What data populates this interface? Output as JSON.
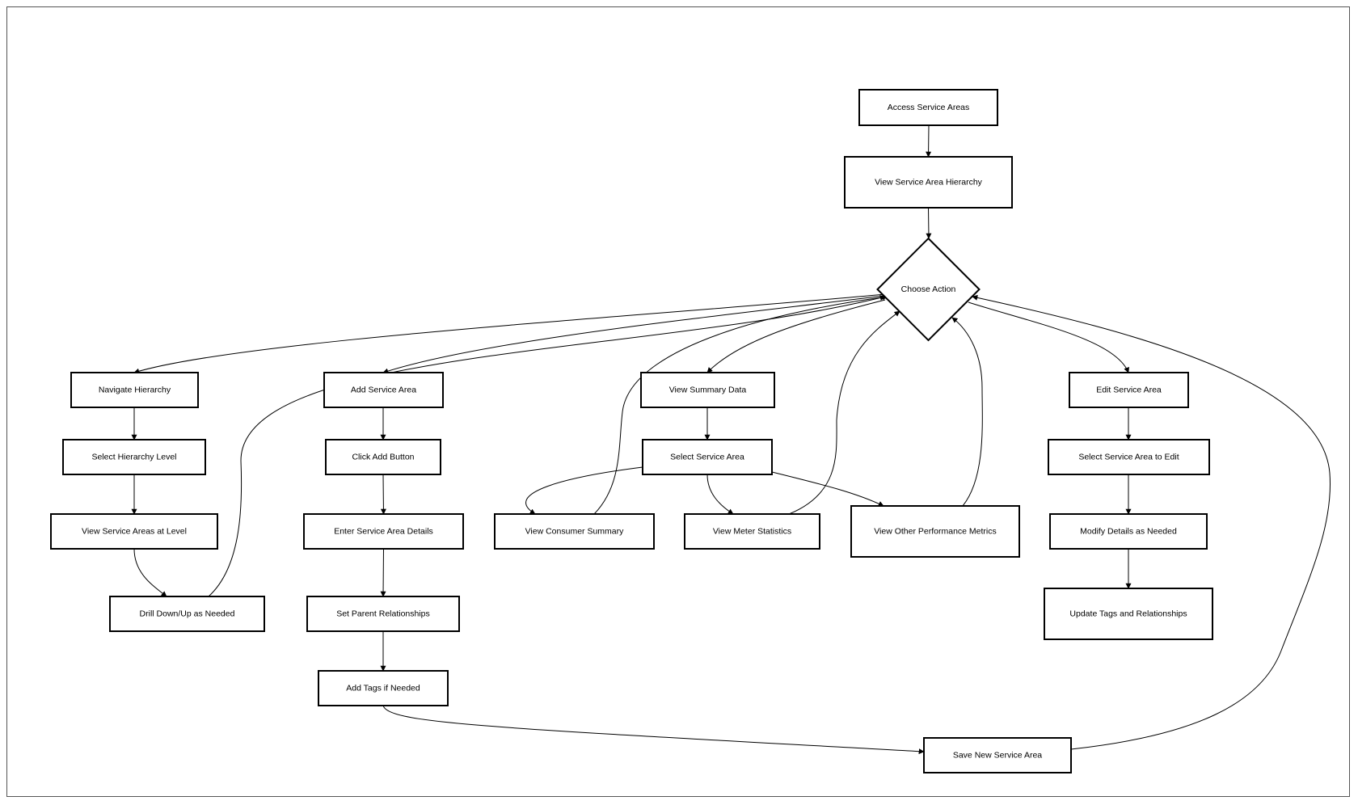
{
  "nodes": [
    {
      "id": "access",
      "label": "Access Service Areas",
      "shape": "rect"
    },
    {
      "id": "hierarchy",
      "label": "View Service Area Hierarchy",
      "shape": "rect"
    },
    {
      "id": "choose",
      "label": "Choose Action",
      "shape": "diamond"
    },
    {
      "id": "navigate",
      "label": "Navigate Hierarchy",
      "shape": "rect"
    },
    {
      "id": "select_level",
      "label": "Select Hierarchy Level",
      "shape": "rect"
    },
    {
      "id": "view_level",
      "label": "View Service Areas at Level",
      "shape": "rect"
    },
    {
      "id": "drill",
      "label": "Drill Down/Up as Needed",
      "shape": "rect"
    },
    {
      "id": "add",
      "label": "Add Service Area",
      "shape": "rect"
    },
    {
      "id": "click_add",
      "label": "Click Add Button",
      "shape": "rect"
    },
    {
      "id": "enter_details",
      "label": "Enter Service Area Details",
      "shape": "rect"
    },
    {
      "id": "set_parent",
      "label": "Set Parent Relationships",
      "shape": "rect"
    },
    {
      "id": "add_tags",
      "label": "Add Tags if Needed",
      "shape": "rect"
    },
    {
      "id": "save_new",
      "label": "Save New Service Area",
      "shape": "rect"
    },
    {
      "id": "summary",
      "label": "View Summary Data",
      "shape": "rect"
    },
    {
      "id": "select_area",
      "label": "Select Service Area",
      "shape": "rect"
    },
    {
      "id": "consumer",
      "label": "View Consumer Summary",
      "shape": "rect"
    },
    {
      "id": "meter",
      "label": "View Meter Statistics",
      "shape": "rect"
    },
    {
      "id": "other_metrics",
      "label": "View Other Performance Metrics",
      "shape": "rect"
    },
    {
      "id": "edit",
      "label": "Edit Service Area",
      "shape": "rect"
    },
    {
      "id": "select_edit",
      "label": "Select Service Area to Edit",
      "shape": "rect"
    },
    {
      "id": "modify",
      "label": "Modify Details as Needed",
      "shape": "rect"
    },
    {
      "id": "update_tags",
      "label": "Update Tags and Relationships",
      "shape": "rect"
    }
  ],
  "edges": [
    {
      "from": "access",
      "to": "hierarchy"
    },
    {
      "from": "hierarchy",
      "to": "choose"
    },
    {
      "from": "choose",
      "to": "navigate"
    },
    {
      "from": "choose",
      "to": "add"
    },
    {
      "from": "choose",
      "to": "summary"
    },
    {
      "from": "choose",
      "to": "edit"
    },
    {
      "from": "navigate",
      "to": "select_level"
    },
    {
      "from": "select_level",
      "to": "view_level"
    },
    {
      "from": "view_level",
      "to": "drill"
    },
    {
      "from": "drill",
      "to": "choose"
    },
    {
      "from": "add",
      "to": "click_add"
    },
    {
      "from": "click_add",
      "to": "enter_details"
    },
    {
      "from": "enter_details",
      "to": "set_parent"
    },
    {
      "from": "set_parent",
      "to": "add_tags"
    },
    {
      "from": "add_tags",
      "to": "save_new"
    },
    {
      "from": "save_new",
      "to": "choose"
    },
    {
      "from": "summary",
      "to": "select_area"
    },
    {
      "from": "select_area",
      "to": "consumer"
    },
    {
      "from": "select_area",
      "to": "meter"
    },
    {
      "from": "select_area",
      "to": "other_metrics"
    },
    {
      "from": "consumer",
      "to": "choose"
    },
    {
      "from": "meter",
      "to": "choose"
    },
    {
      "from": "other_metrics",
      "to": "choose"
    },
    {
      "from": "edit",
      "to": "select_edit"
    },
    {
      "from": "select_edit",
      "to": "modify"
    },
    {
      "from": "modify",
      "to": "update_tags"
    }
  ]
}
